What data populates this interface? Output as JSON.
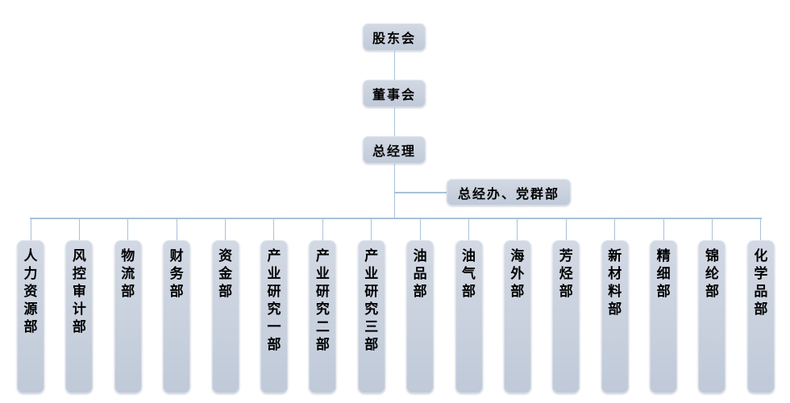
{
  "chart": {
    "type": "org-chart",
    "top_nodes": [
      {
        "label": "股东会"
      },
      {
        "label": "董事会"
      },
      {
        "label": "总经理"
      }
    ],
    "branch_node": {
      "label": "总经办、党群部"
    },
    "departments": [
      "人力资源部",
      "风控审计部",
      "物流部",
      "财务部",
      "资金部",
      "产业研究一部",
      "产业研究二部",
      "产业研究三部",
      "油品部",
      "油气部",
      "海外部",
      "芳烃部",
      "新材料部",
      "精细部",
      "锦纶部",
      "化学品部"
    ],
    "colors": {
      "node_fill_light": "#d2d9e4",
      "node_fill": "#c9d1de",
      "node_fill_dark": "#bfc9d8",
      "line": "#a9c1db",
      "text": "#000000"
    }
  }
}
